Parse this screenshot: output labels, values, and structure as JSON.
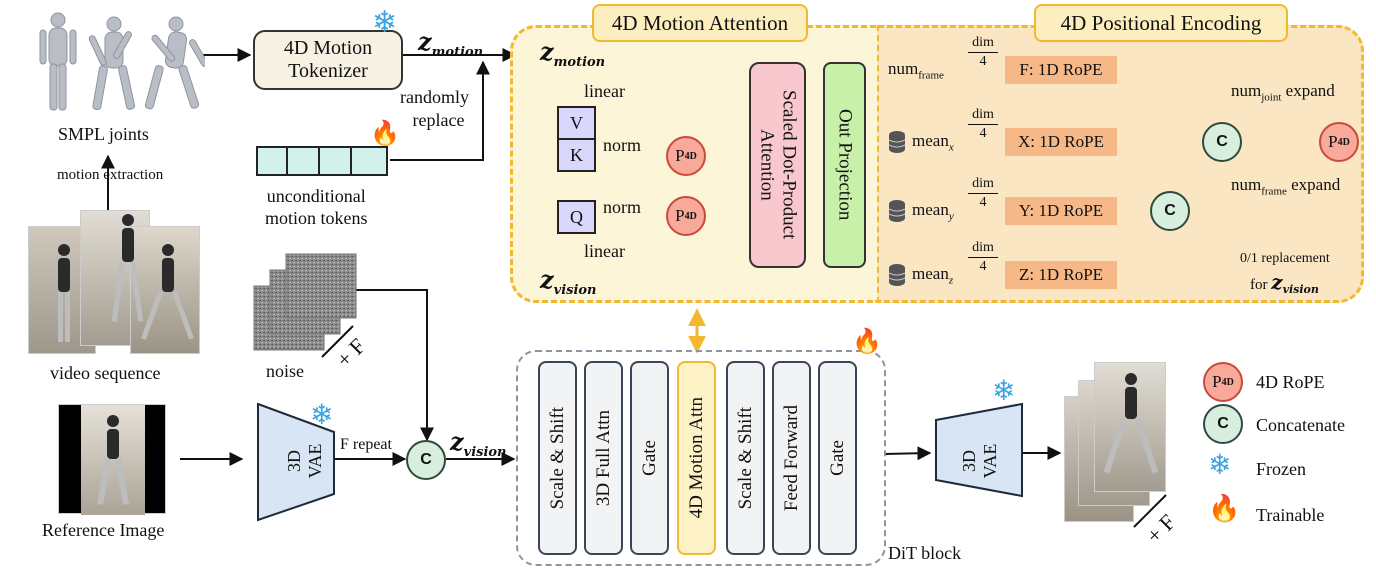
{
  "labels": {
    "smpl_joints": "SMPL joints",
    "motion_extraction": "motion  extraction",
    "video_sequence": "video sequence",
    "reference_image": "Reference Image",
    "motion_tokenizer_l1": "4D Motion",
    "motion_tokenizer_l2": "Tokenizer",
    "z_motion": "z",
    "z_motion_sub": "motion",
    "z_vision_sub": "vision",
    "randomly_l1": "randomly",
    "randomly_l2": "replace",
    "uncond_l1": "unconditional",
    "uncond_l2": "motion tokens",
    "noise": "noise",
    "plus_f": "+ F",
    "vae": "3D VAE",
    "f_repeat": "F repeat",
    "dit_block": "DiT block"
  },
  "attention": {
    "title": "4D Motion Attention",
    "linear": "linear",
    "norm": "norm",
    "v": "V",
    "k": "K",
    "q": "Q",
    "p": "P",
    "p_sub": "4D",
    "sdpa_l1": "Scaled Dot-Product",
    "sdpa_l2": "Attention",
    "out_proj": "Out Projection"
  },
  "pos_enc": {
    "title": "4D Positional Encoding",
    "num": "num",
    "frame": "frame",
    "joint": "joint",
    "mean": "mean",
    "sub_x": "x",
    "sub_y": "y",
    "sub_z": "z",
    "dim": "dim",
    "four": "4",
    "rope_f": "F: 1D RoPE",
    "rope_x": "X: 1D RoPE",
    "rope_y": "Y: 1D RoPE",
    "rope_z": "Z: 1D RoPE",
    "expand": "expand",
    "c": "C",
    "replacement_l1": "0/1 replacement",
    "replacement_l2": "for"
  },
  "dit_columns": [
    "Scale & Shift",
    "3D Full Attn",
    "Gate",
    "4D Motion Attn",
    "Scale & Shift",
    "Feed Forward",
    "Gate"
  ],
  "legend": {
    "rope": "4D RoPE",
    "concat": "Concatenate",
    "frozen": "Frozen",
    "trainable": "Trainable"
  },
  "colors": {
    "attention_bg": "#fdf5d8",
    "attention_border": "#f2b92e",
    "pos_bg": "#fbe6c4",
    "rope_fill": "#f6b887",
    "p4d_fill": "#f8a99a",
    "concat_fill": "#d8efe0",
    "sdpa_fill": "#f9c8cf",
    "out_proj_fill": "#c9f0a9",
    "vkq_fill": "#d9d7fb",
    "token_fill": "#d3f1ec",
    "vae_fill": "#d7e5f5",
    "dit_border": "#8a94a3"
  },
  "icons": [
    "snowflake-icon",
    "flame-icon",
    "database-icon",
    "switch-icon",
    "person-figure-icon",
    "noise-frame-icon"
  ]
}
